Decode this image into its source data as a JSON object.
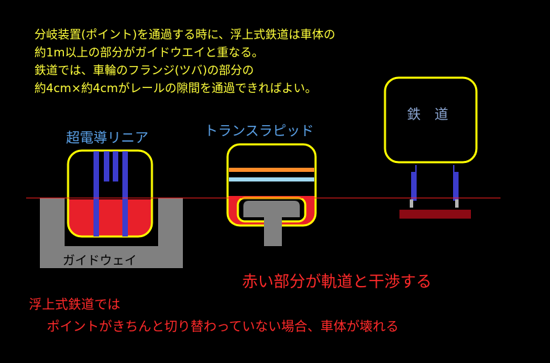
{
  "intro_lines": [
    "分岐装置(ポイント)を通過する時に、浮上式鉄道は車体の",
    "約1m以上の部分がガイドウエイと重なる。",
    "鉄道では、車輪のフランジ(ツバ)の部分の",
    "約4cm×約4cmがレールの隙間を通過できればよい。"
  ],
  "labels": {
    "maglev": "超電導リニア",
    "transrapid": "トランスラピッド",
    "guideway": "ガイドウェイ",
    "railway": "鉄　道"
  },
  "messages": {
    "interference": "赤い部分が軌道と干渉する",
    "note_line1": "浮上式鉄道では",
    "note_line2": "ポイントがきちんと切り替わっていない場合、車体が壊れる"
  },
  "colors": {
    "background": "#000000",
    "text_yellow": "#ffff3c",
    "label_blue": "#5aa0e6",
    "red": "#ff2a2a",
    "body_red": "#e8202a",
    "outline_yellow": "#ffff00",
    "magnet_blue": "#3c3ccc",
    "guideway_gray": "#808080",
    "orange": "#ff8c28",
    "light_blue": "#a0d8f0",
    "rail_maroon": "#8b0a14",
    "wheel_gray": "#b4b4b4"
  }
}
